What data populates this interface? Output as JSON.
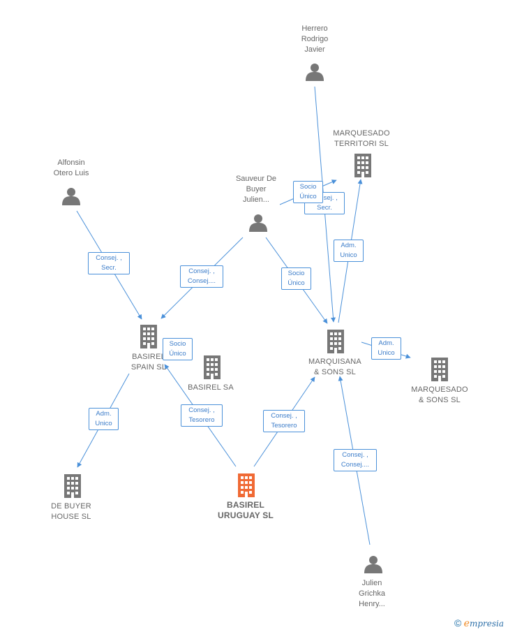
{
  "nodes": {
    "herrero": {
      "type": "person",
      "label": "Herrero\nRodrigo\nJavier"
    },
    "alfonsin": {
      "type": "person",
      "label": "Alfonsin\nOtero Luis"
    },
    "sauveur": {
      "type": "person",
      "label": "Sauveur De\nBuyer\nJulien..."
    },
    "julien": {
      "type": "person",
      "label": "Julien\nGrichka\nHenry..."
    },
    "marquesado_territori": {
      "type": "company",
      "label": "MARQUESADO\nTERRITORI  SL"
    },
    "basirel_spain": {
      "type": "company",
      "label": "BASIREL\nSPAIN  SL"
    },
    "basirel_sa": {
      "type": "company",
      "label": "BASIREL SA"
    },
    "marquisana": {
      "type": "company",
      "label": "MARQUISANA\n& SONS  SL"
    },
    "marquesado_sons": {
      "type": "company",
      "label": "MARQUESADO\n& SONS  SL"
    },
    "de_buyer_house": {
      "type": "company",
      "label": "DE BUYER\nHOUSE SL"
    },
    "basirel_uruguay": {
      "type": "company",
      "label": "BASIREL\nURUGUAY  SL",
      "highlight": true
    }
  },
  "edges": [
    {
      "label": "Consej. ,\nSecr.",
      "from": "alfonsin",
      "to": "basirel_spain"
    },
    {
      "label": "Consej. ,\nConsej....",
      "from": "sauveur",
      "to": "basirel_spain"
    },
    {
      "label": "Socio\nÚnico",
      "from": "sauveur",
      "to": "marquisana"
    },
    {
      "label": "Socio\nÚnico",
      "from": "sauveur",
      "to": "marquesado_territori"
    },
    {
      "label": "Consej. ,\nSecr.",
      "from": "herrero",
      "to": "marquisana"
    },
    {
      "label": "Adm.\nUnico",
      "from": "marquisana",
      "to": "marquesado_territori"
    },
    {
      "label": "Adm.\nUnico",
      "from": "marquisana",
      "to": "marquesado_sons"
    },
    {
      "label": "Socio\nÚnico",
      "from": "basirel_uruguay",
      "to": "basirel_spain"
    },
    {
      "label": "Consej. ,\nTesorero",
      "from": "basirel_uruguay",
      "to": "basirel_spain"
    },
    {
      "label": "Consej. ,\nTesorero",
      "from": "basirel_uruguay",
      "to": "marquisana"
    },
    {
      "label": "Adm.\nUnico",
      "from": "basirel_spain",
      "to": "de_buyer_house"
    },
    {
      "label": "Consej. ,\nConsej....",
      "from": "julien",
      "to": "marquisana"
    }
  ],
  "colors": {
    "edge": "#4a90d9",
    "node": "#777777",
    "highlight": "#f06a35"
  },
  "brand": {
    "copyright": "©",
    "initial": "e",
    "rest": "mpresia"
  }
}
